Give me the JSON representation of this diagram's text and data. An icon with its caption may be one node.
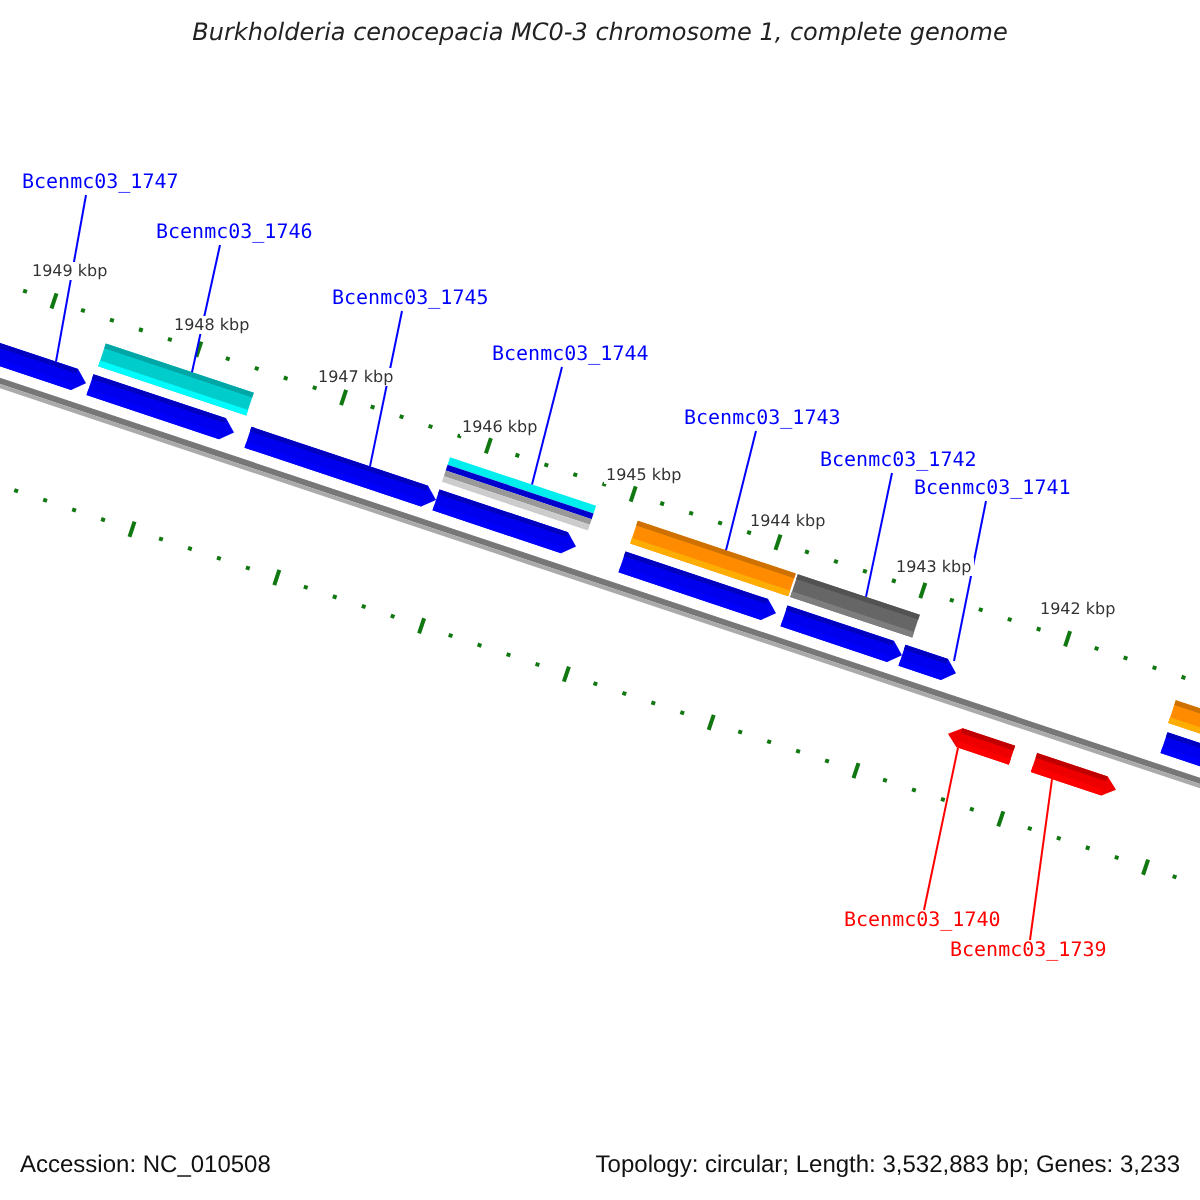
{
  "diagram": {
    "title": "Burkholderia cenocepacia MC0-3 chromosome 1, complete genome",
    "nodes": [
      {
        "text": [
          "Bcenmc03_1747"
        ]
      },
      {
        "text": [
          "Bcenmc03_1746"
        ]
      },
      {
        "text": [
          "Bcenmc03_1745"
        ]
      },
      {
        "text": [
          "Bcenmc03_1744"
        ]
      },
      {
        "text": [
          "Bcenmc03_1743"
        ]
      },
      {
        "text": [
          "Bcenmc03_1742"
        ]
      },
      {
        "text": [
          "Bcenmc03_1741"
        ]
      },
      {
        "text": [
          "Bcenmc03_1740"
        ]
      },
      {
        "text": [
          "Bcenmc03_1739"
        ]
      },
      {
        "text": [],
        "shape": "arrow"
      },
      {
        "text": [],
        "shape": "arrow"
      },
      {
        "text": [],
        "shape": "bar"
      },
      {
        "text": [],
        "shape": "arrow"
      },
      {
        "text": [],
        "shape": "arrow"
      },
      {
        "text": [],
        "shape": "bar"
      },
      {
        "text": [],
        "shape": "arrow"
      },
      {
        "text": [],
        "shape": "bar"
      },
      {
        "text": [],
        "shape": "arrow"
      },
      {
        "text": [],
        "shape": "bar"
      },
      {
        "text": [],
        "shape": "arrow"
      },
      {
        "text": [],
        "shape": "arrow"
      },
      {
        "text": [],
        "shape": "arrow"
      },
      {
        "text": [],
        "shape": "arrow"
      },
      {
        "text": [],
        "shape": "bar"
      }
    ],
    "edges": [
      {
        "from": 0,
        "to": 9,
        "arrow": "none"
      },
      {
        "from": 1,
        "to": 11,
        "arrow": "none"
      },
      {
        "from": 2,
        "to": 12,
        "arrow": "none"
      },
      {
        "from": 3,
        "to": 14,
        "arrow": "none"
      },
      {
        "from": 4,
        "to": 16,
        "arrow": "none"
      },
      {
        "from": 5,
        "to": 18,
        "arrow": "none"
      },
      {
        "from": 6,
        "to": 19,
        "arrow": "none"
      },
      {
        "from": 7,
        "to": 20,
        "arrow": "none",
        "color": "#ff0000"
      },
      {
        "from": 8,
        "to": 21,
        "arrow": "none",
        "color": "#ff0000"
      }
    ],
    "labels": [
      "1949 kbp",
      "1948 kbp",
      "1947 kbp",
      "1946 kbp",
      "1945 kbp",
      "1944 kbp",
      "1943 kbp",
      "1942 kbp",
      "Accession: NC_010508",
      "Topology: circular; Length: 3,532,883 bp; Genes: 3,233"
    ]
  }
}
